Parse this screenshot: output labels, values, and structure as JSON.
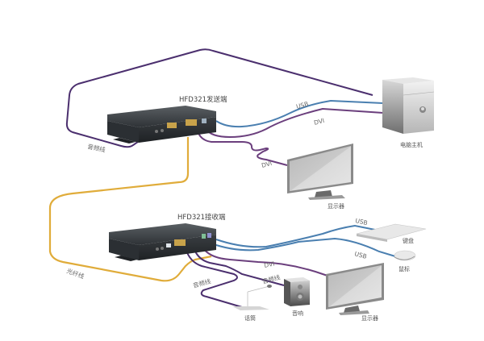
{
  "diagram": {
    "transmitter": {
      "title": "HFD321发送端"
    },
    "receiver": {
      "title": "HFD321接收端"
    },
    "devices": {
      "pc": "电脑主机",
      "monitor_top": "显示器",
      "keyboard": "键盘",
      "mouse": "鼠标",
      "speaker": "音响",
      "microphone": "话筒",
      "monitor_bottom": "显示器"
    },
    "cables": {
      "audio_top": "音频线",
      "usb_top": "USB",
      "dvi_top": "DVI",
      "dvi_monitor_top": "DVI",
      "fiber": "光纤线",
      "usb_keyboard": "USB",
      "usb_mouse": "USB",
      "dvi_bottom": "DVI",
      "audio_speaker": "音频线",
      "audio_mic": "音频线"
    },
    "colors": {
      "audio": "#4b2f6e",
      "usb": "#4a7fb0",
      "dvi": "#6b3f7d",
      "fiber": "#e0ac3a"
    }
  }
}
